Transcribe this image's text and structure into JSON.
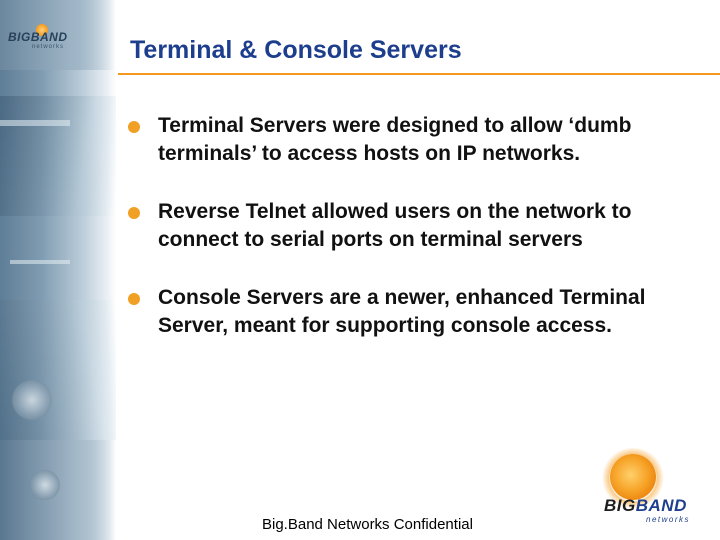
{
  "slide": {
    "title": "Terminal & Console Servers",
    "bullets": [
      "Terminal Servers were designed to allow ‘dumb terminals’ to access hosts on IP networks.",
      "Reverse Telnet allowed users on the network to connect to serial ports on terminal servers",
      "Console Servers are a newer, enhanced Terminal Server, meant for supporting console access."
    ],
    "footer": "Big.Band Networks Confidential"
  },
  "logo": {
    "wordmark_part1": "BIG",
    "wordmark_part2": "BAND",
    "subtext": "networks"
  },
  "colors": {
    "title": "#1c3e8c",
    "rule": "#f39a1e",
    "bullet": "#f0a024",
    "text": "#111111"
  }
}
